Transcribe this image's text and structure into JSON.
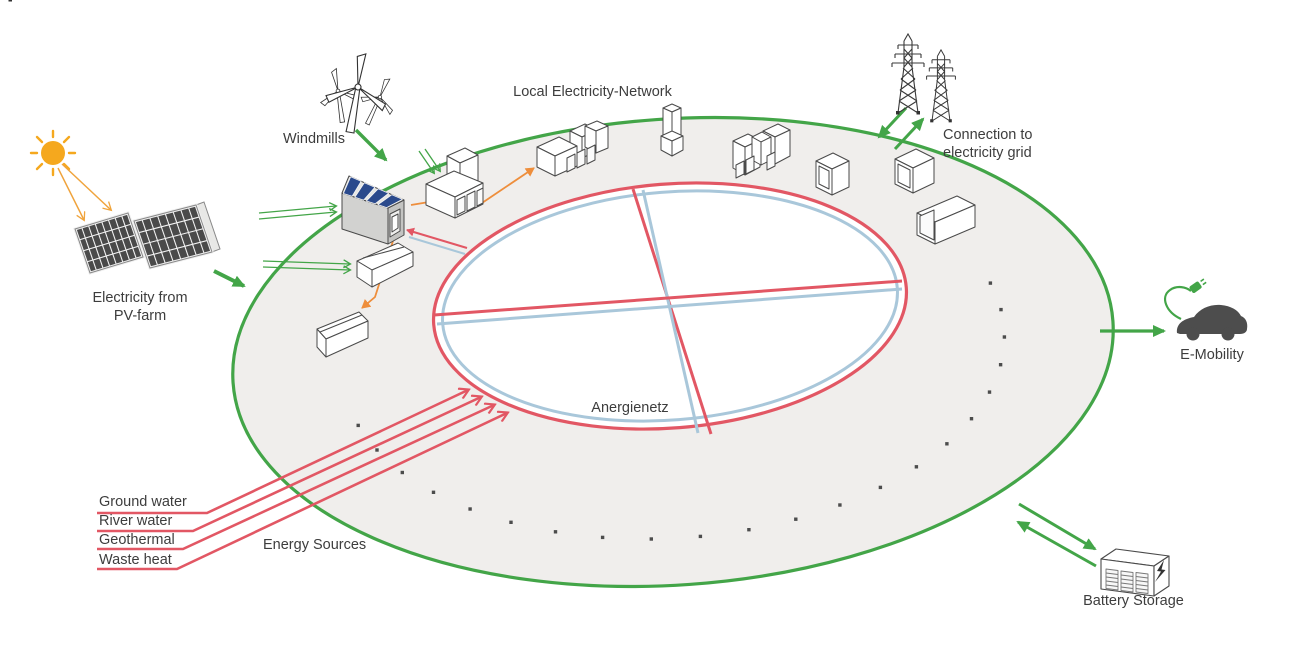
{
  "colors": {
    "ring_green": "#43a548",
    "anergy_red": "#e25764",
    "anergy_blue": "#a9c7da",
    "connection_orange": "#ee8e3c",
    "sun_orange": "#f5a81e",
    "ring_fill": "#f0eeec",
    "text": "#3d3d3d"
  },
  "labels": {
    "windmills": "Windmills",
    "local_network": "Local Electricity-Network",
    "grid_connection": "Connection to electricity grid",
    "pv_farm": "Electricity from PV-farm",
    "e_mobility": "E-Mobility",
    "battery_storage": "Battery Storage",
    "anergienetz": "Anergienetz",
    "energy_sources": "Energy Sources",
    "sources": [
      "Ground water",
      "River water",
      "Geothermal",
      "Waste heat"
    ]
  },
  "icons": [
    "sun-icon",
    "windmill-icon",
    "pv-panel-icon",
    "pylon-icon",
    "building-icon",
    "car-icon",
    "charging-plug-icon",
    "battery-icon",
    "lightning-icon"
  ]
}
